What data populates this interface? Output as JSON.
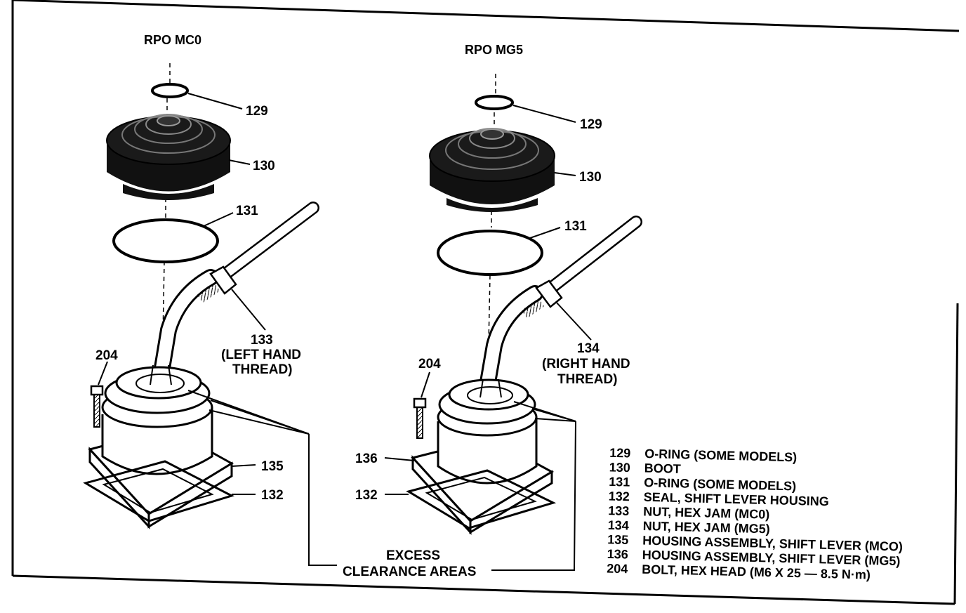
{
  "diagram": {
    "left": {
      "title": "RPO MC0",
      "labels": {
        "oring_top": "129",
        "boot": "130",
        "oring_large": "131",
        "nut_line1": "133",
        "nut_line2": "(LEFT HAND",
        "nut_line3": "THREAD)",
        "bolt": "204",
        "housing": "135",
        "seal": "132"
      }
    },
    "right": {
      "title": "RPO MG5",
      "labels": {
        "oring_top": "129",
        "boot": "130",
        "oring_large": "131",
        "nut_line1": "134",
        "nut_line2": "(RIGHT HAND",
        "nut_line3": "THREAD)",
        "bolt": "204",
        "housing": "136",
        "seal": "132"
      }
    },
    "clearance": {
      "line1": "EXCESS",
      "line2": "CLEARANCE AREAS"
    },
    "legend": [
      {
        "num": "129",
        "text": "O-RING (SOME MODELS)"
      },
      {
        "num": "130",
        "text": "BOOT"
      },
      {
        "num": "131",
        "text": "O-RING (SOME MODELS)"
      },
      {
        "num": "132",
        "text": "SEAL, SHIFT LEVER HOUSING"
      },
      {
        "num": "133",
        "text": "NUT, HEX JAM (MC0)"
      },
      {
        "num": "134",
        "text": "NUT, HEX JAM (MG5)"
      },
      {
        "num": "135",
        "text": "HOUSING ASSEMBLY, SHIFT LEVER (MCO)"
      },
      {
        "num": "136",
        "text": "HOUSING ASSEMBLY, SHIFT LEVER (MG5)"
      },
      {
        "num": "204",
        "text": "BOLT, HEX HEAD (M6 X 25 — 8.5 N·m)"
      }
    ]
  }
}
